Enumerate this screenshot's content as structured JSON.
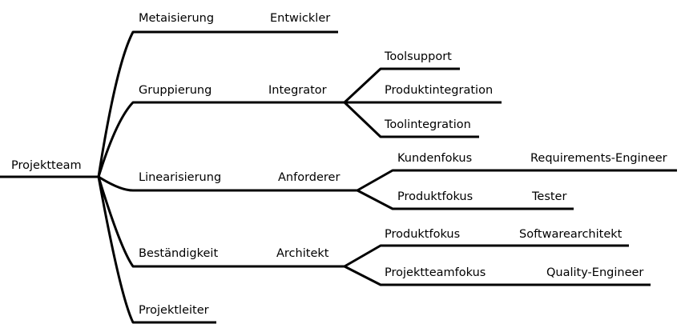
{
  "diagram": {
    "root": "Projektteam",
    "branches": [
      {
        "label": "Metaisierung",
        "role": "Entwickler"
      },
      {
        "label": "Gruppierung",
        "role": "Integrator",
        "children": [
          "Toolsupport",
          "Produktintegration",
          "Toolintegration"
        ]
      },
      {
        "label": "Linearisierung",
        "role": "Anforderer",
        "children": [
          {
            "label": "Kundenfokus",
            "role": "Requirements-Engineer"
          },
          {
            "label": "Produktfokus",
            "role": "Tester"
          }
        ]
      },
      {
        "label": "Beständigkeit",
        "role": "Architekt",
        "children": [
          {
            "label": "Produktfokus",
            "role": "Softwarearchitekt"
          },
          {
            "label": "Projektteamfokus",
            "role": "Quality-Engineer"
          }
        ]
      },
      {
        "label": "Projektleiter"
      }
    ]
  }
}
